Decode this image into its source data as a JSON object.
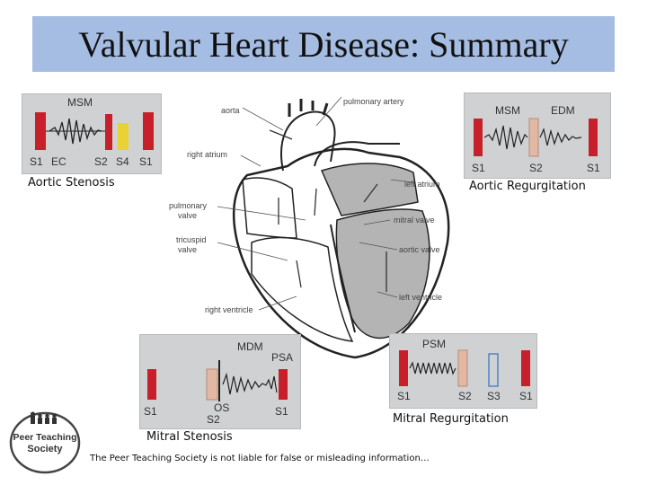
{
  "title": "Valvular Heart Disease: Summary",
  "captions": {
    "aortic_stenosis": "Aortic Stenosis",
    "aortic_regurgitation": "Aortic Regurgitation",
    "mitral_stenosis": "Mitral Stenosis",
    "mitral_regurgitation": "Mitral Regurgitation"
  },
  "panels": {
    "aortic_stenosis": {
      "murmur": "MSM",
      "sounds": [
        "S1",
        "EC",
        "S2",
        "S4",
        "S1"
      ]
    },
    "aortic_regurgitation": {
      "murmurs": [
        "MSM",
        "EDM"
      ],
      "sounds": [
        "S1",
        "S2",
        "S1"
      ]
    },
    "mitral_stenosis": {
      "murmurs": [
        "MDM",
        "PSA"
      ],
      "sounds": [
        "S1",
        "OS",
        "S2",
        "S1"
      ]
    },
    "mitral_regurgitation": {
      "murmur": "PSM",
      "sounds": [
        "S1",
        "S2",
        "S3",
        "S1"
      ]
    }
  },
  "heart_labels": {
    "aorta": "aorta",
    "pulmonary_artery": "pulmonary artery",
    "right_atrium": "right atrium",
    "left_atrium": "left atrium",
    "pulmonary_valve_1": "pulmonary",
    "pulmonary_valve_2": "valve",
    "mitral_valve": "mitral valve",
    "tricuspid_valve_1": "tricuspid",
    "tricuspid_valve_2": "valve",
    "aortic_valve": "aortic valve",
    "left_ventricle": "left ventricle",
    "right_ventricle": "right ventricle"
  },
  "logo": {
    "line1": "Peer Teaching",
    "line2": "Society"
  },
  "disclaimer": "The Peer Teaching Society is not liable for false or misleading information…",
  "colors": {
    "title_bar": "#a5bde3",
    "sound_red": "#c8202a",
    "s4_yellow": "#e8d234",
    "murmur_box": "#e2b8a4",
    "s3_blue": "#3a78c8",
    "heart_grey": "#b4b4b4"
  }
}
